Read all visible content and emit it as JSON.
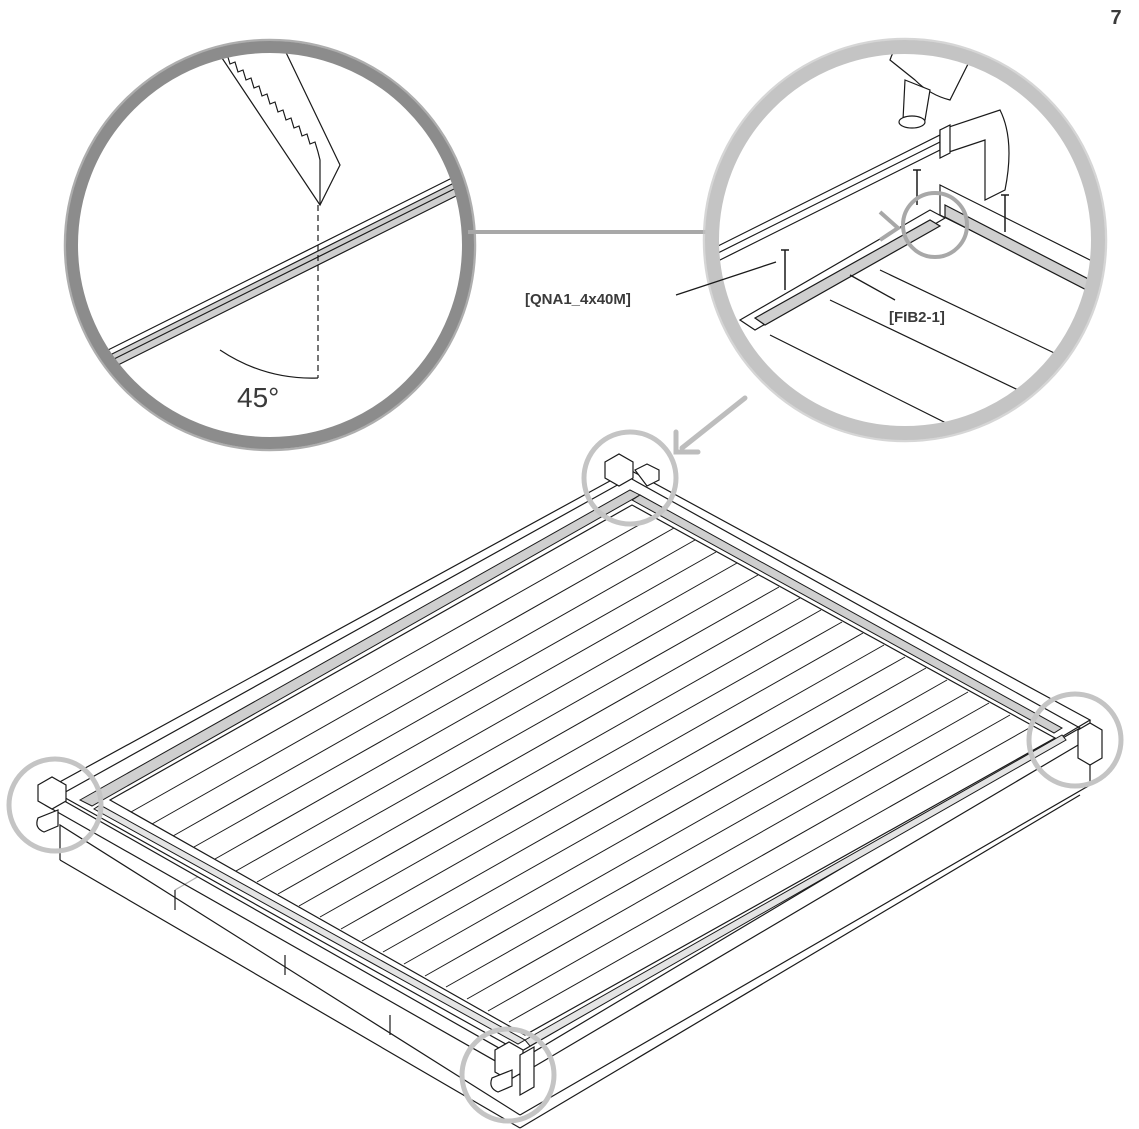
{
  "page": {
    "number": "7"
  },
  "detail_cut": {
    "angle_label": "45°"
  },
  "detail_nail": {
    "nail_label": "[QNA1_4x40M]",
    "board_label": "[FIB2-1]"
  },
  "colors": {
    "line": "#1a1a1a",
    "dark_ring": "#8c8c8c",
    "light_ring": "#c4c4c4",
    "strip_fill": "#cfcfcf",
    "label": "#3a3a3a"
  },
  "icons": [
    "saw-icon",
    "hammer-icon",
    "nail-icon"
  ]
}
